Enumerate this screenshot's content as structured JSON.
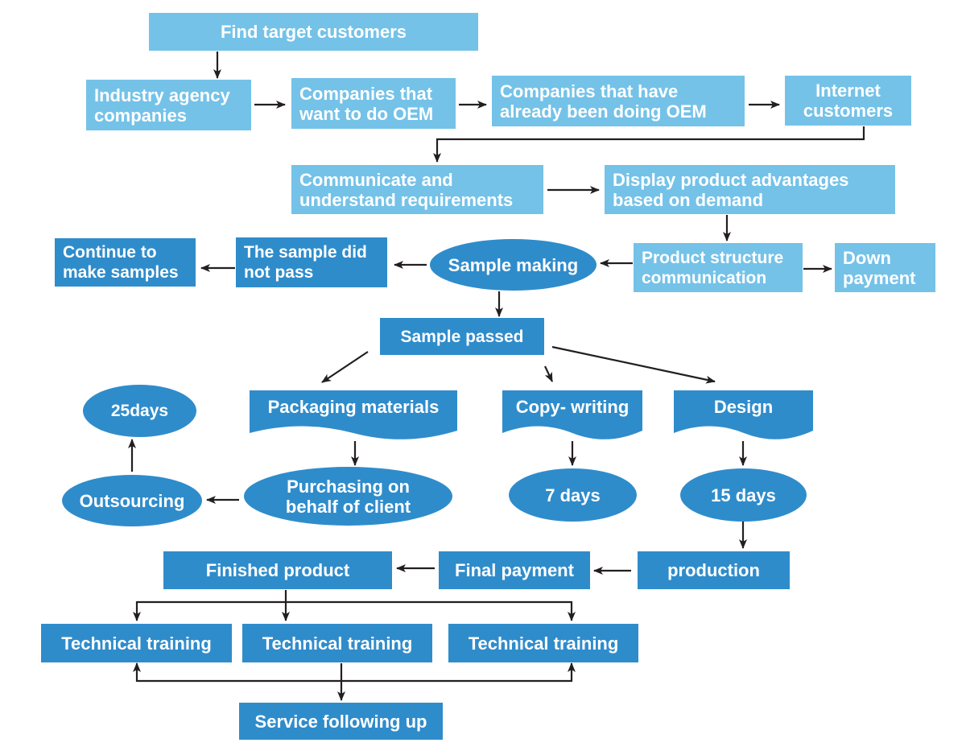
{
  "colors": {
    "light_box": "#74c2e8",
    "dark_box": "#2f8ccb",
    "arrow": "#231f20"
  },
  "nodes": {
    "find_target": "Find target customers",
    "industry_agency": [
      "Industry agency",
      "companies"
    ],
    "want_oem": [
      "Companies that",
      "want to do OEM"
    ],
    "already_oem": [
      "Companies that have",
      "already been doing OEM"
    ],
    "internet": [
      "Internet",
      "customers"
    ],
    "communicate": [
      "Communicate and",
      "understand requirements"
    ],
    "display_adv": [
      "Display product advantages",
      "based on demand"
    ],
    "continue_samples": [
      "Continue to",
      "make samples"
    ],
    "sample_not_pass": [
      "The sample did",
      "not pass"
    ],
    "sample_making": "Sample making",
    "product_structure": [
      "Product structure",
      "communication"
    ],
    "down_payment": [
      "Down",
      "payment"
    ],
    "sample_passed": "Sample passed",
    "days_25": "25days",
    "packaging": "Packaging materials",
    "copywriting": "Copy- writing",
    "design": "Design",
    "outsourcing": "Outsourcing",
    "purchasing": [
      "Purchasing on",
      "behalf of client"
    ],
    "days_7": "7 days",
    "days_15": "15 days",
    "finished": "Finished product",
    "final_payment": "Final payment",
    "production": "production",
    "training_1": "Technical training",
    "training_2": "Technical training",
    "training_3": "Technical training",
    "service": "Service following up"
  }
}
